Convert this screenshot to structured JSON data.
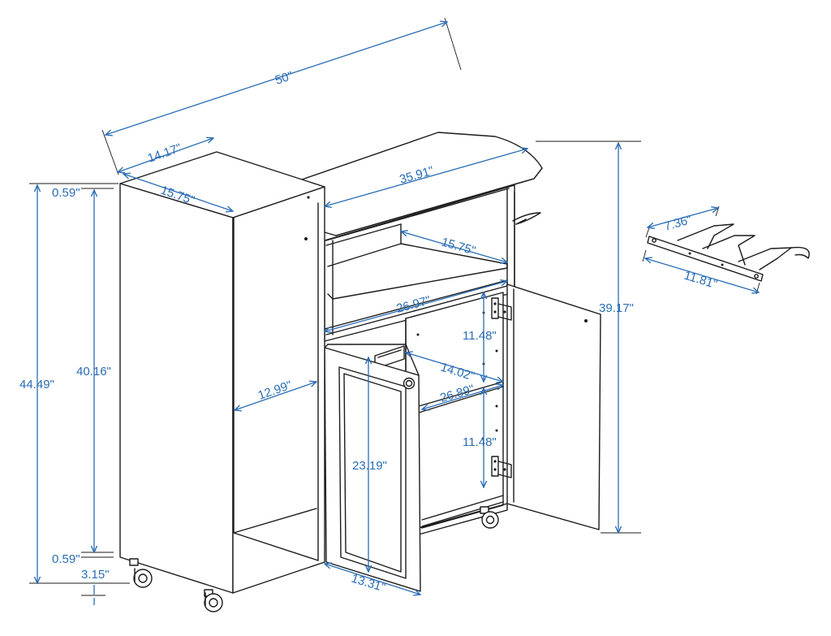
{
  "dimensions": {
    "overall_width": "50\"",
    "tower_depth": "14.17\"",
    "tower_top_width": "15.75\"",
    "board_length": "35.91\"",
    "shelf_depth": "15.75\"",
    "cabinet_width": "26.97\"",
    "tower_inner_width": "12.99\"",
    "compartment_height_upper": "11.48\"",
    "shelf_depth_inner": "14.02\"",
    "shelf_width": "26.89\"",
    "compartment_height_lower": "11.48\"",
    "door_height": "23.19\"",
    "door_width": "13.31\"",
    "overall_height": "39.17\"",
    "tower_total_height": "44.49\"",
    "tower_inner_height": "40.16\"",
    "top_thickness": "0.59\"",
    "bottom_thickness": "0.59\"",
    "wheel_height": "3.15\"",
    "rack_width": "7.36\"",
    "rack_length": "11.81\""
  }
}
